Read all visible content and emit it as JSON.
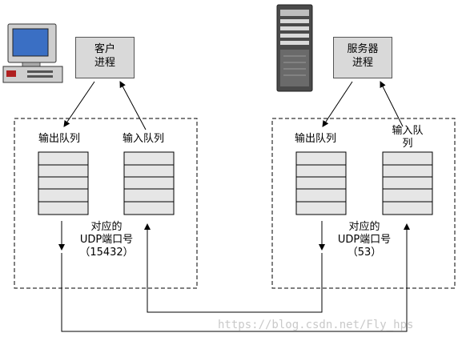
{
  "client": {
    "process_line1": "客户",
    "process_line2": "进程",
    "output_queue": "输出队列",
    "input_queue": "输入队列",
    "port_line1": "对应的",
    "port_line2": "UDP端口号",
    "port_line3": "（15432）"
  },
  "server": {
    "process_line1": "服务器",
    "process_line2": "进程",
    "output_queue": "输出队列",
    "input_queue_line1": "输入队",
    "input_queue_line2": "列",
    "port_line1": "对应的",
    "port_line2": "UDP端口号",
    "port_line3": "（53）"
  },
  "watermark": "https://blog.csdn.net/Fly_hps"
}
